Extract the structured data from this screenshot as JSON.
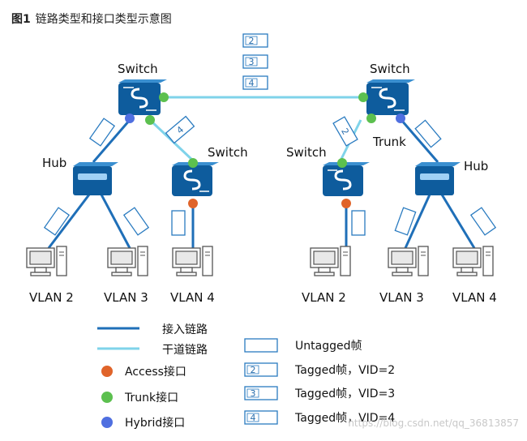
{
  "figure": {
    "title_prefix": "图1",
    "title_text": "链路类型和接口类型示意图"
  },
  "devices": {
    "switch_top_left": "Switch",
    "switch_top_right": "Switch",
    "switch_mid_left": "Switch",
    "switch_mid_right": "Switch",
    "hub_left": "Hub",
    "hub_right": "Hub",
    "trunk_label": "Trunk"
  },
  "hosts": [
    "VLAN 2",
    "VLAN 3",
    "VLAN 4",
    "VLAN 2",
    "VLAN 3",
    "VLAN 4"
  ],
  "top_frames": [
    "2",
    "3",
    "4"
  ],
  "link_frames": {
    "mid_left": "4",
    "mid_right": "2"
  },
  "legend": {
    "access_link": "接入链路",
    "trunk_link": "干道链路",
    "access_port": "Access接口",
    "trunk_port": "Trunk接口",
    "hybrid_port": "Hybrid接口",
    "untagged": "Untagged帧",
    "tagged": [
      {
        "num": "2",
        "label": "Tagged帧，VID=2"
      },
      {
        "num": "3",
        "label": "Tagged帧，VID=3"
      },
      {
        "num": "4",
        "label": "Tagged帧，VID=4"
      }
    ]
  },
  "watermark": "https://blog.csdn.net/qq_36813857",
  "colors": {
    "access_link": "#1f6fb8",
    "trunk_link": "#7fd3ea",
    "access_port": "#e0642a",
    "trunk_port": "#5cc04f",
    "hybrid_port": "#4f6fe0",
    "device": "#0e5c9d"
  }
}
